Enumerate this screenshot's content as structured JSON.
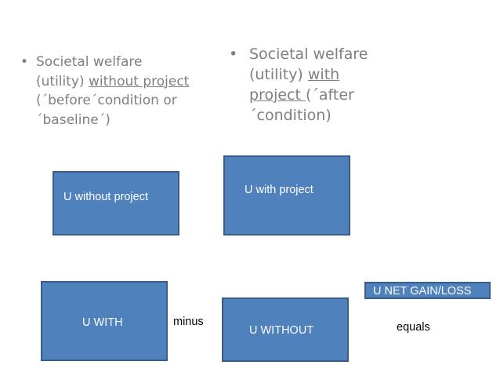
{
  "left_bullet": {
    "marker": "•",
    "line1": "Societal welfare",
    "line2_prefix": "(utility) ",
    "line2_underlined": "without project",
    "line3": "(´before´condition or",
    "line4": "´baseline´)"
  },
  "right_bullet": {
    "marker": "•",
    "line1": "Societal welfare",
    "line2_prefix": "(utility) ",
    "line2_underlined": "with",
    "line3_underlined": "project ",
    "line3_suffix": "(´after",
    "line4": "´condition)"
  },
  "boxes": {
    "u_without_project": "U without project",
    "u_with_project": "U with project",
    "u_with": "U WITH",
    "u_without": "U WITHOUT",
    "u_net": "U NET GAIN/LOSS"
  },
  "labels": {
    "minus": "minus",
    "equals": "equals"
  },
  "colors": {
    "box_fill": "#4f81bd",
    "box_border": "#385d8a",
    "bullet_text": "#7f7f7f"
  }
}
